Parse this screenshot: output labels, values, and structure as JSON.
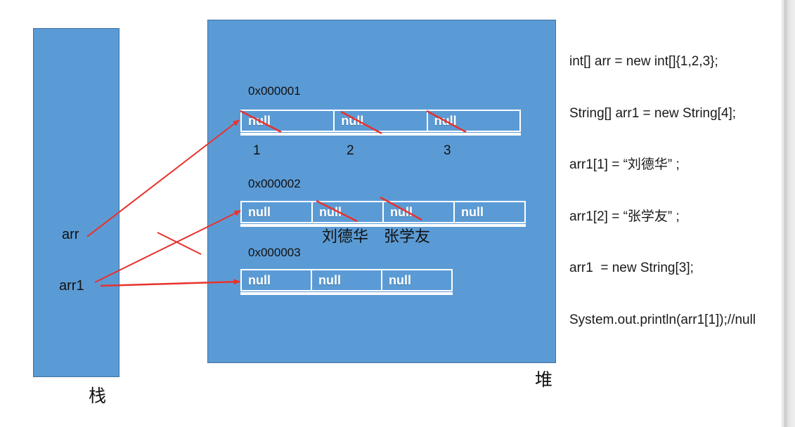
{
  "colors": {
    "shape_blue": "#5B9BD5",
    "shape_border_blue": "#41719C",
    "annotation_red": "#E8322D",
    "text_black": "#111111",
    "cell_text_white": "#FFFFFF"
  },
  "stack": {
    "label": "栈",
    "variables": [
      {
        "name": "arr"
      },
      {
        "name": "arr1"
      }
    ]
  },
  "heap": {
    "label": "堆",
    "arrays": [
      {
        "address": "0x000001",
        "cells": [
          "null",
          "null",
          "null"
        ],
        "struck_out": [
          true,
          true,
          true
        ],
        "index_labels": [
          "1",
          "2",
          "3"
        ]
      },
      {
        "address": "0x000002",
        "cells": [
          "null",
          "null",
          "null",
          "null"
        ],
        "struck_out": [
          false,
          true,
          true,
          false
        ],
        "value_labels": [
          "刘德华",
          "张学友"
        ]
      },
      {
        "address": "0x000003",
        "cells": [
          "null",
          "null",
          "null"
        ],
        "struck_out": [
          false,
          false,
          false
        ]
      }
    ]
  },
  "code": {
    "lines": [
      "int[] arr = new int[]{1,2,3};",
      "String[] arr1 = new String[4];",
      "arr1[1] = “刘德华” ;",
      "arr1[2] = “张学友” ;",
      "arr1  = new String[3];",
      "System.out.println(arr1[1]);//null"
    ]
  }
}
